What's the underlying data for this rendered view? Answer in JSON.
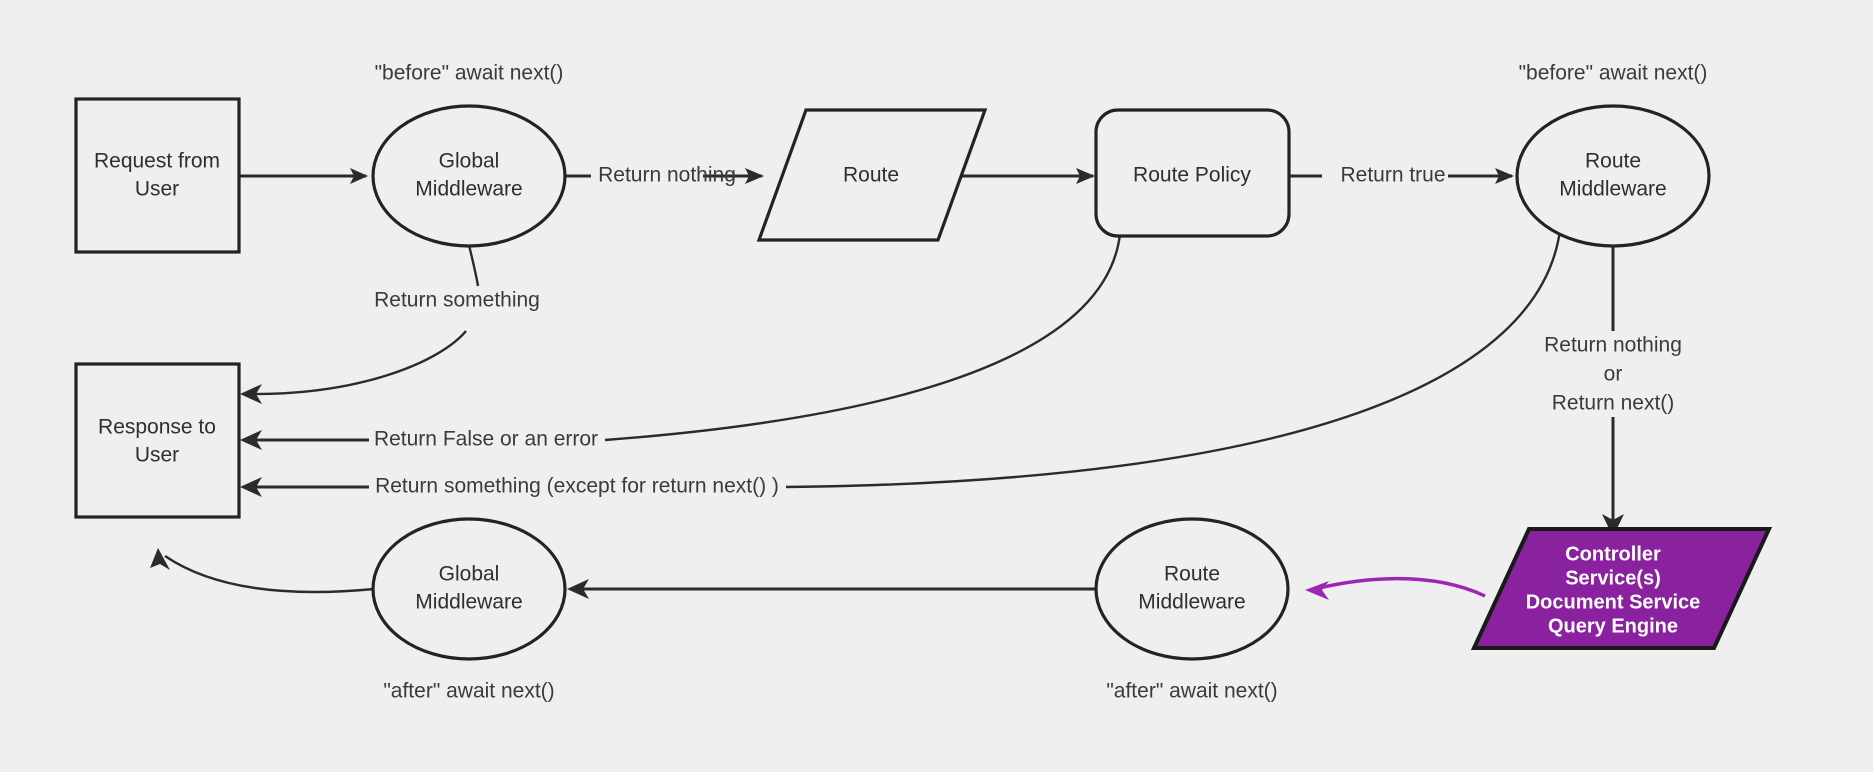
{
  "diagram": {
    "title": "Request lifecycle middleware flow",
    "background_color": "#efefef",
    "stroke_color": "#2b2b2b",
    "accent_color": "#8a219e",
    "accent_text_color": "#ffffff"
  },
  "nodes": {
    "request_from_user": {
      "line1": "Request from",
      "line2": "User",
      "shape": "rectangle"
    },
    "global_middleware_top": {
      "line1": "Global",
      "line2": "Middleware",
      "shape": "ellipse"
    },
    "route": {
      "line1": "Route",
      "shape": "parallelogram"
    },
    "route_policy": {
      "line1": "Route Policy",
      "shape": "rounded-rectangle"
    },
    "route_middleware_top": {
      "line1": "Route",
      "line2": "Middleware",
      "shape": "ellipse"
    },
    "response_to_user": {
      "line1": "Response to",
      "line2": "User",
      "shape": "rectangle"
    },
    "global_middleware_bottom": {
      "line1": "Global",
      "line2": "Middleware",
      "shape": "ellipse"
    },
    "route_middleware_bottom": {
      "line1": "Route",
      "line2": "Middleware",
      "shape": "ellipse"
    },
    "controller": {
      "line1": "Controller",
      "line2": "Service(s)",
      "line3": "Document Service",
      "line4": "Query Engine",
      "shape": "parallelogram",
      "fill": "#8a219e"
    }
  },
  "annotations": {
    "before_global": "\"before\" await next()",
    "before_route": "\"before\" await next()",
    "after_global": "\"after\" await next()",
    "after_route": "\"after\" await next()"
  },
  "edge_labels": {
    "return_nothing": "Return nothing",
    "return_something": "Return something",
    "return_true": "Return true",
    "return_false_or_error": "Return False or an error",
    "return_something_except_next": "Return something (except for return next() )",
    "return_nothing_or_next_l1": "Return nothing",
    "return_nothing_or_next_l2": "or",
    "return_nothing_or_next_l3": "Return next()"
  }
}
